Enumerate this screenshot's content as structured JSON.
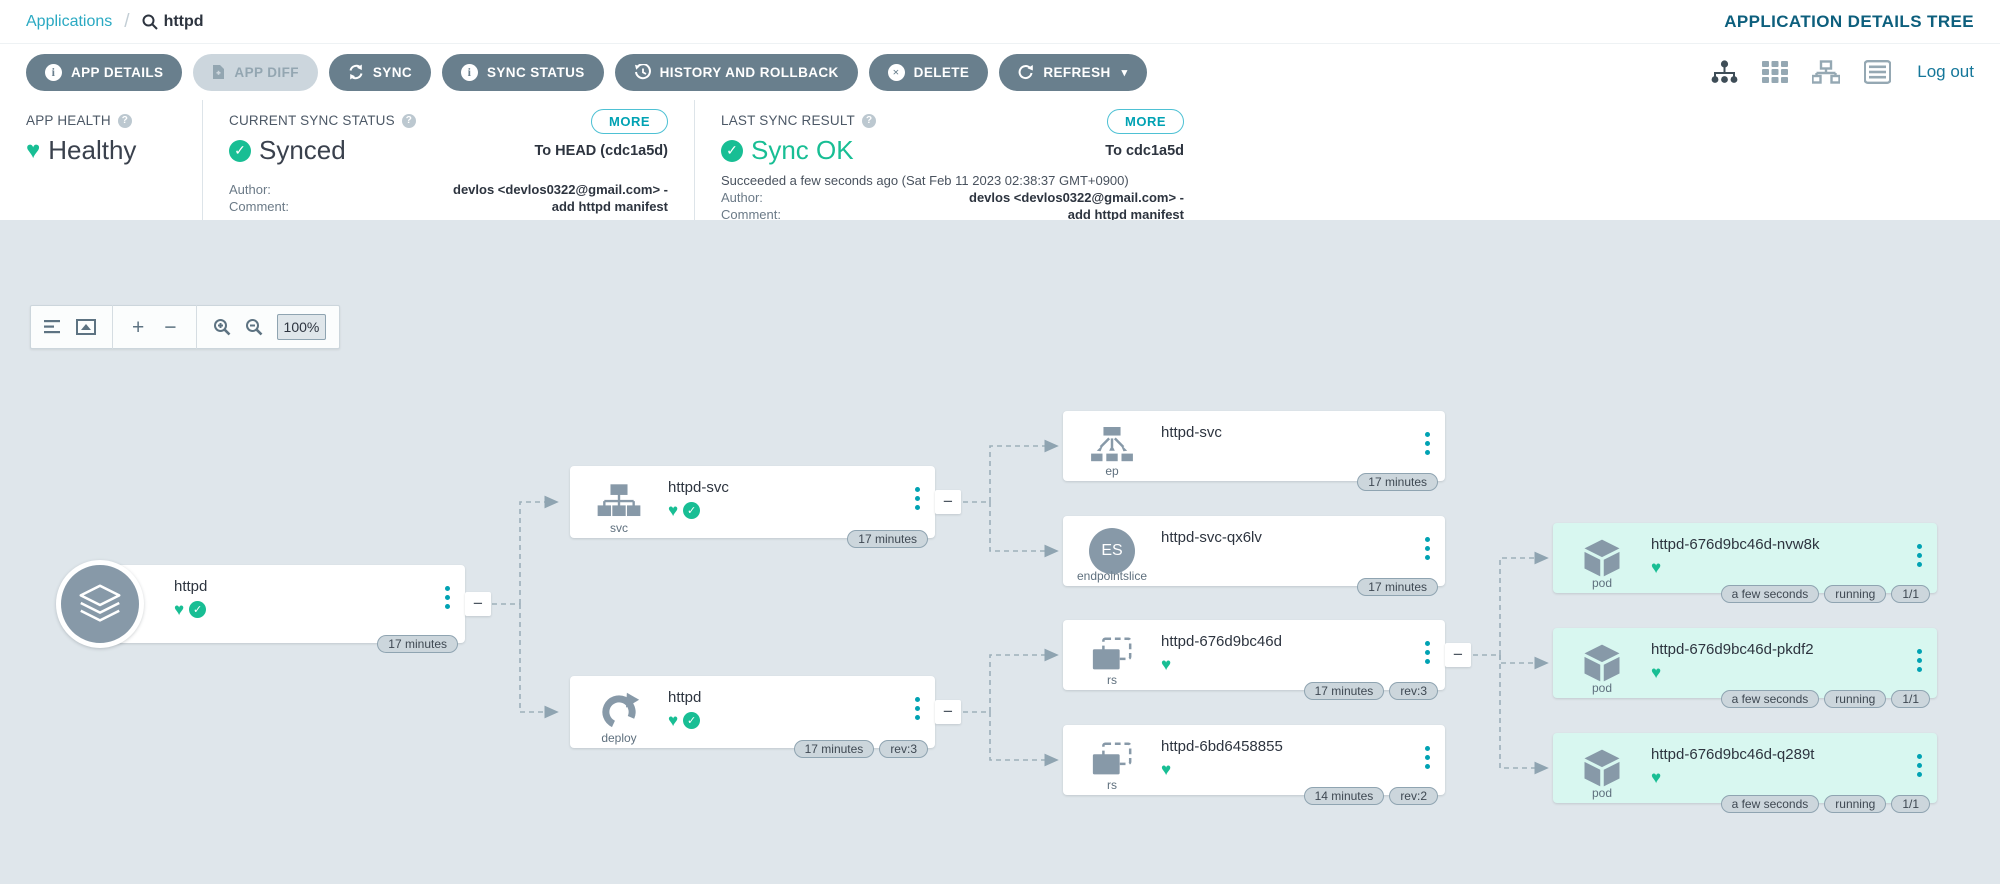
{
  "breadcrumb": {
    "applications": "Applications",
    "separator": "/",
    "app_name": "httpd"
  },
  "page": {
    "title": "APPLICATION DETAILS TREE",
    "logout_label": "Log out"
  },
  "toolbar": {
    "app_details": "APP DETAILS",
    "app_diff": "APP DIFF",
    "sync": "SYNC",
    "sync_status": "SYNC STATUS",
    "history_rollback": "HISTORY AND ROLLBACK",
    "delete": "DELETE",
    "refresh": "REFRESH"
  },
  "status": {
    "app_health": {
      "label": "APP HEALTH",
      "value": "Healthy"
    },
    "current_sync": {
      "label": "CURRENT SYNC STATUS",
      "more_label": "MORE",
      "value": "Synced",
      "target": "To HEAD (cdc1a5d)",
      "author_label": "Author:",
      "author_value": "devlos <devlos0322@gmail.com> -",
      "comment_label": "Comment:",
      "comment_value": "add httpd manifest"
    },
    "last_sync": {
      "label": "LAST SYNC RESULT",
      "more_label": "MORE",
      "value": "Sync OK",
      "target": "To cdc1a5d",
      "succeeded": "Succeeded a few seconds ago (Sat Feb 11 2023 02:38:37 GMT+0900)",
      "author_label": "Author:",
      "author_value": "devlos <devlos0322@gmail.com> -",
      "comment_label": "Comment:",
      "comment_value": "add httpd manifest"
    }
  },
  "graph_toolbar": {
    "zoom_level": "100%"
  },
  "colors": {
    "accent": "#00a2b3",
    "health_green": "#18be94",
    "button_slate": "#697f8d",
    "graph_bg": "#dfe6eb",
    "pod_bg": "#d8f7f0"
  },
  "nodes": [
    {
      "name": "httpd",
      "kind": "",
      "badges": [
        "17 minutes"
      ]
    },
    {
      "name": "httpd-svc",
      "kind": "svc",
      "badges": [
        "17 minutes"
      ]
    },
    {
      "name": "httpd",
      "kind": "deploy",
      "badges": [
        "17 minutes",
        "rev:3"
      ]
    },
    {
      "name": "httpd-svc",
      "kind": "ep",
      "badges": [
        "17 minutes"
      ]
    },
    {
      "name": "httpd-svc-qx6lv",
      "kind": "endpointslice",
      "icon_text": "ES",
      "badges": [
        "17 minutes"
      ]
    },
    {
      "name": "httpd-676d9bc46d",
      "kind": "rs",
      "badges": [
        "17 minutes",
        "rev:3"
      ]
    },
    {
      "name": "httpd-6bd6458855",
      "kind": "rs",
      "badges": [
        "14 minutes",
        "rev:2"
      ]
    },
    {
      "name": "httpd-676d9bc46d-nvw8k",
      "kind": "pod",
      "badges": [
        "a few seconds",
        "running",
        "1/1"
      ]
    },
    {
      "name": "httpd-676d9bc46d-pkdf2",
      "kind": "pod",
      "badges": [
        "a few seconds",
        "running",
        "1/1"
      ]
    },
    {
      "name": "httpd-676d9bc46d-q289t",
      "kind": "pod",
      "badges": [
        "a few seconds",
        "running",
        "1/1"
      ]
    }
  ]
}
